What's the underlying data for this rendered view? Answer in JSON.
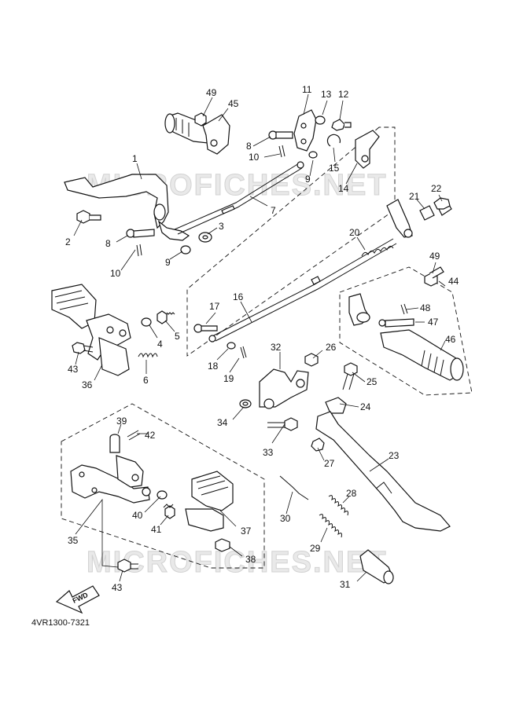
{
  "diagram": {
    "code": "4VR1300-7321",
    "watermark": "MICROFICHES.NET",
    "fwd_label": "FWD",
    "part_numbers": [
      "1",
      "2",
      "3",
      "4",
      "5",
      "6",
      "7",
      "8",
      "9",
      "10",
      "11",
      "12",
      "13",
      "14",
      "15",
      "16",
      "17",
      "18",
      "19",
      "20",
      "21",
      "22",
      "23",
      "24",
      "25",
      "26",
      "27",
      "28",
      "29",
      "30",
      "31",
      "32",
      "33",
      "34",
      "35",
      "36",
      "37",
      "38",
      "39",
      "40",
      "41",
      "42",
      "43",
      "44",
      "45",
      "46",
      "47",
      "48",
      "49"
    ],
    "labels": {
      "n1": "1",
      "n2": "2",
      "n3": "3",
      "n4": "4",
      "n5": "5",
      "n6": "6",
      "n7": "7",
      "n8a": "8",
      "n8b": "8",
      "n9a": "9",
      "n9b": "9",
      "n10a": "10",
      "n10b": "10",
      "n11": "11",
      "n12": "12",
      "n13": "13",
      "n14": "14",
      "n15": "15",
      "n16": "16",
      "n17": "17",
      "n18": "18",
      "n19": "19",
      "n20": "20",
      "n21": "21",
      "n22": "22",
      "n23": "23",
      "n24": "24",
      "n25": "25",
      "n26": "26",
      "n27": "27",
      "n28": "28",
      "n29": "29",
      "n30": "30",
      "n31": "31",
      "n32": "32",
      "n33": "33",
      "n34": "34",
      "n35": "35",
      "n36": "36",
      "n37": "37",
      "n38": "38",
      "n39": "39",
      "n40": "40",
      "n41": "41",
      "n42": "42",
      "n43a": "43",
      "n43b": "43",
      "n44": "44",
      "n45": "45",
      "n46": "46",
      "n47": "47",
      "n48": "48",
      "n49a": "49",
      "n49b": "49"
    }
  }
}
